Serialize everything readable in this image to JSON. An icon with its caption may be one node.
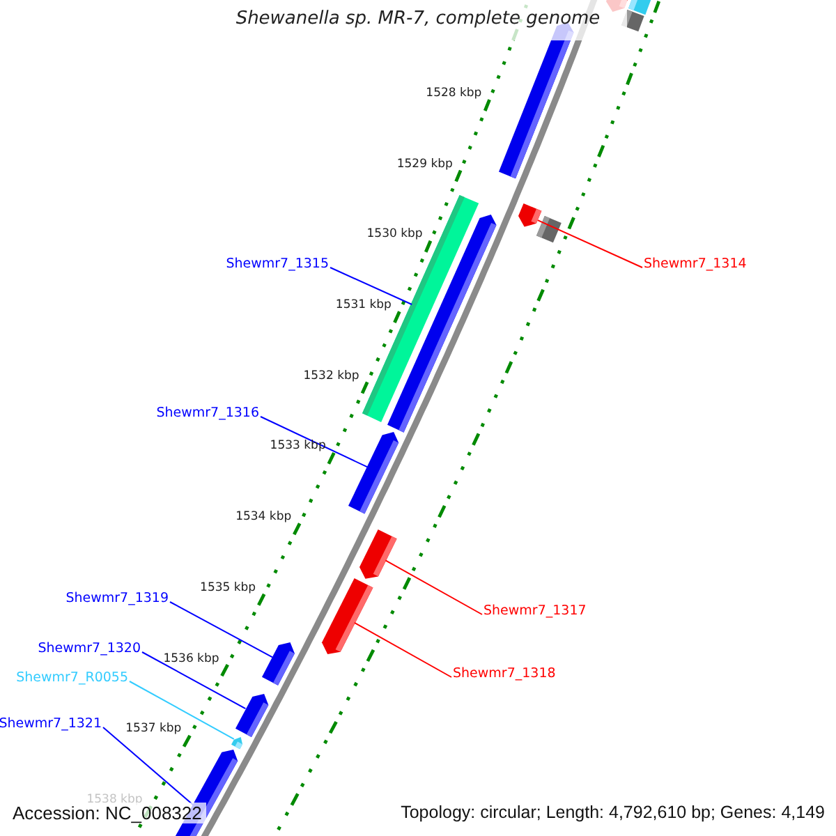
{
  "diagram": {
    "title": "Shewanella sp. MR-7, complete genome",
    "nodes": [
      {
        "text": [],
        "shape": "pentagon"
      },
      {
        "text": [],
        "shape": "box"
      },
      {
        "text": [],
        "shape": "box"
      },
      {
        "text": [],
        "shape": "pentagon"
      },
      {
        "text": [],
        "shape": "bar"
      },
      {
        "text": [],
        "shape": "pentagon"
      },
      {
        "text": [],
        "shape": "pentagon"
      },
      {
        "text": [],
        "shape": "box"
      },
      {
        "text": [
          "Shewmr7_1314"
        ]
      },
      {
        "text": [
          "Shewmr7_1315"
        ]
      },
      {
        "text": [
          "Shewmr7_1316"
        ]
      },
      {
        "text": [],
        "shape": "pentagon"
      },
      {
        "text": [],
        "shape": "pentagon"
      },
      {
        "text": [],
        "shape": "pentagon"
      },
      {
        "text": [
          "Shewmr7_1319"
        ]
      },
      {
        "text": [
          "Shewmr7_1317"
        ]
      },
      {
        "text": [],
        "shape": "pentagon"
      },
      {
        "text": [
          "Shewmr7_1320"
        ]
      },
      {
        "text": [
          "Shewmr7_1318"
        ]
      },
      {
        "text": [
          "Shewmr7_R0055"
        ]
      },
      {
        "text": [],
        "shape": "pentagon"
      },
      {
        "text": [
          "Shewmr7_1321"
        ]
      },
      {
        "text": [],
        "shape": "pentagon"
      },
      {
        "text": [],
        "shape": "pentagon"
      }
    ],
    "edges": [
      {
        "from": 8,
        "to": 5,
        "arrow": "none",
        "color": "#ff0000"
      },
      {
        "from": 9,
        "to": 4,
        "arrow": "none"
      },
      {
        "from": 10,
        "to": 11,
        "arrow": "none"
      },
      {
        "from": 14,
        "to": 16,
        "arrow": "none"
      },
      {
        "from": 15,
        "to": 12,
        "arrow": "none",
        "color": "#ff0000"
      },
      {
        "from": 17,
        "to": 20,
        "arrow": "none"
      },
      {
        "from": 18,
        "to": 13,
        "arrow": "none",
        "color": "#ff0000"
      },
      {
        "from": 19,
        "to": 22,
        "arrow": "none",
        "color": "#33ccff"
      },
      {
        "from": 21,
        "to": 23,
        "arrow": "none"
      }
    ],
    "labels": [
      "1528 kbp",
      "1529 kbp",
      "1530 kbp",
      "1531 kbp",
      "1532 kbp",
      "1533 kbp",
      "1534 kbp",
      "1535 kbp",
      "1536 kbp",
      "1537 kbp",
      "1538 kbp",
      "Accession: NC_008322",
      "Topology: circular; Length: 4,792,610 bp; Genes: 4,149"
    ]
  }
}
